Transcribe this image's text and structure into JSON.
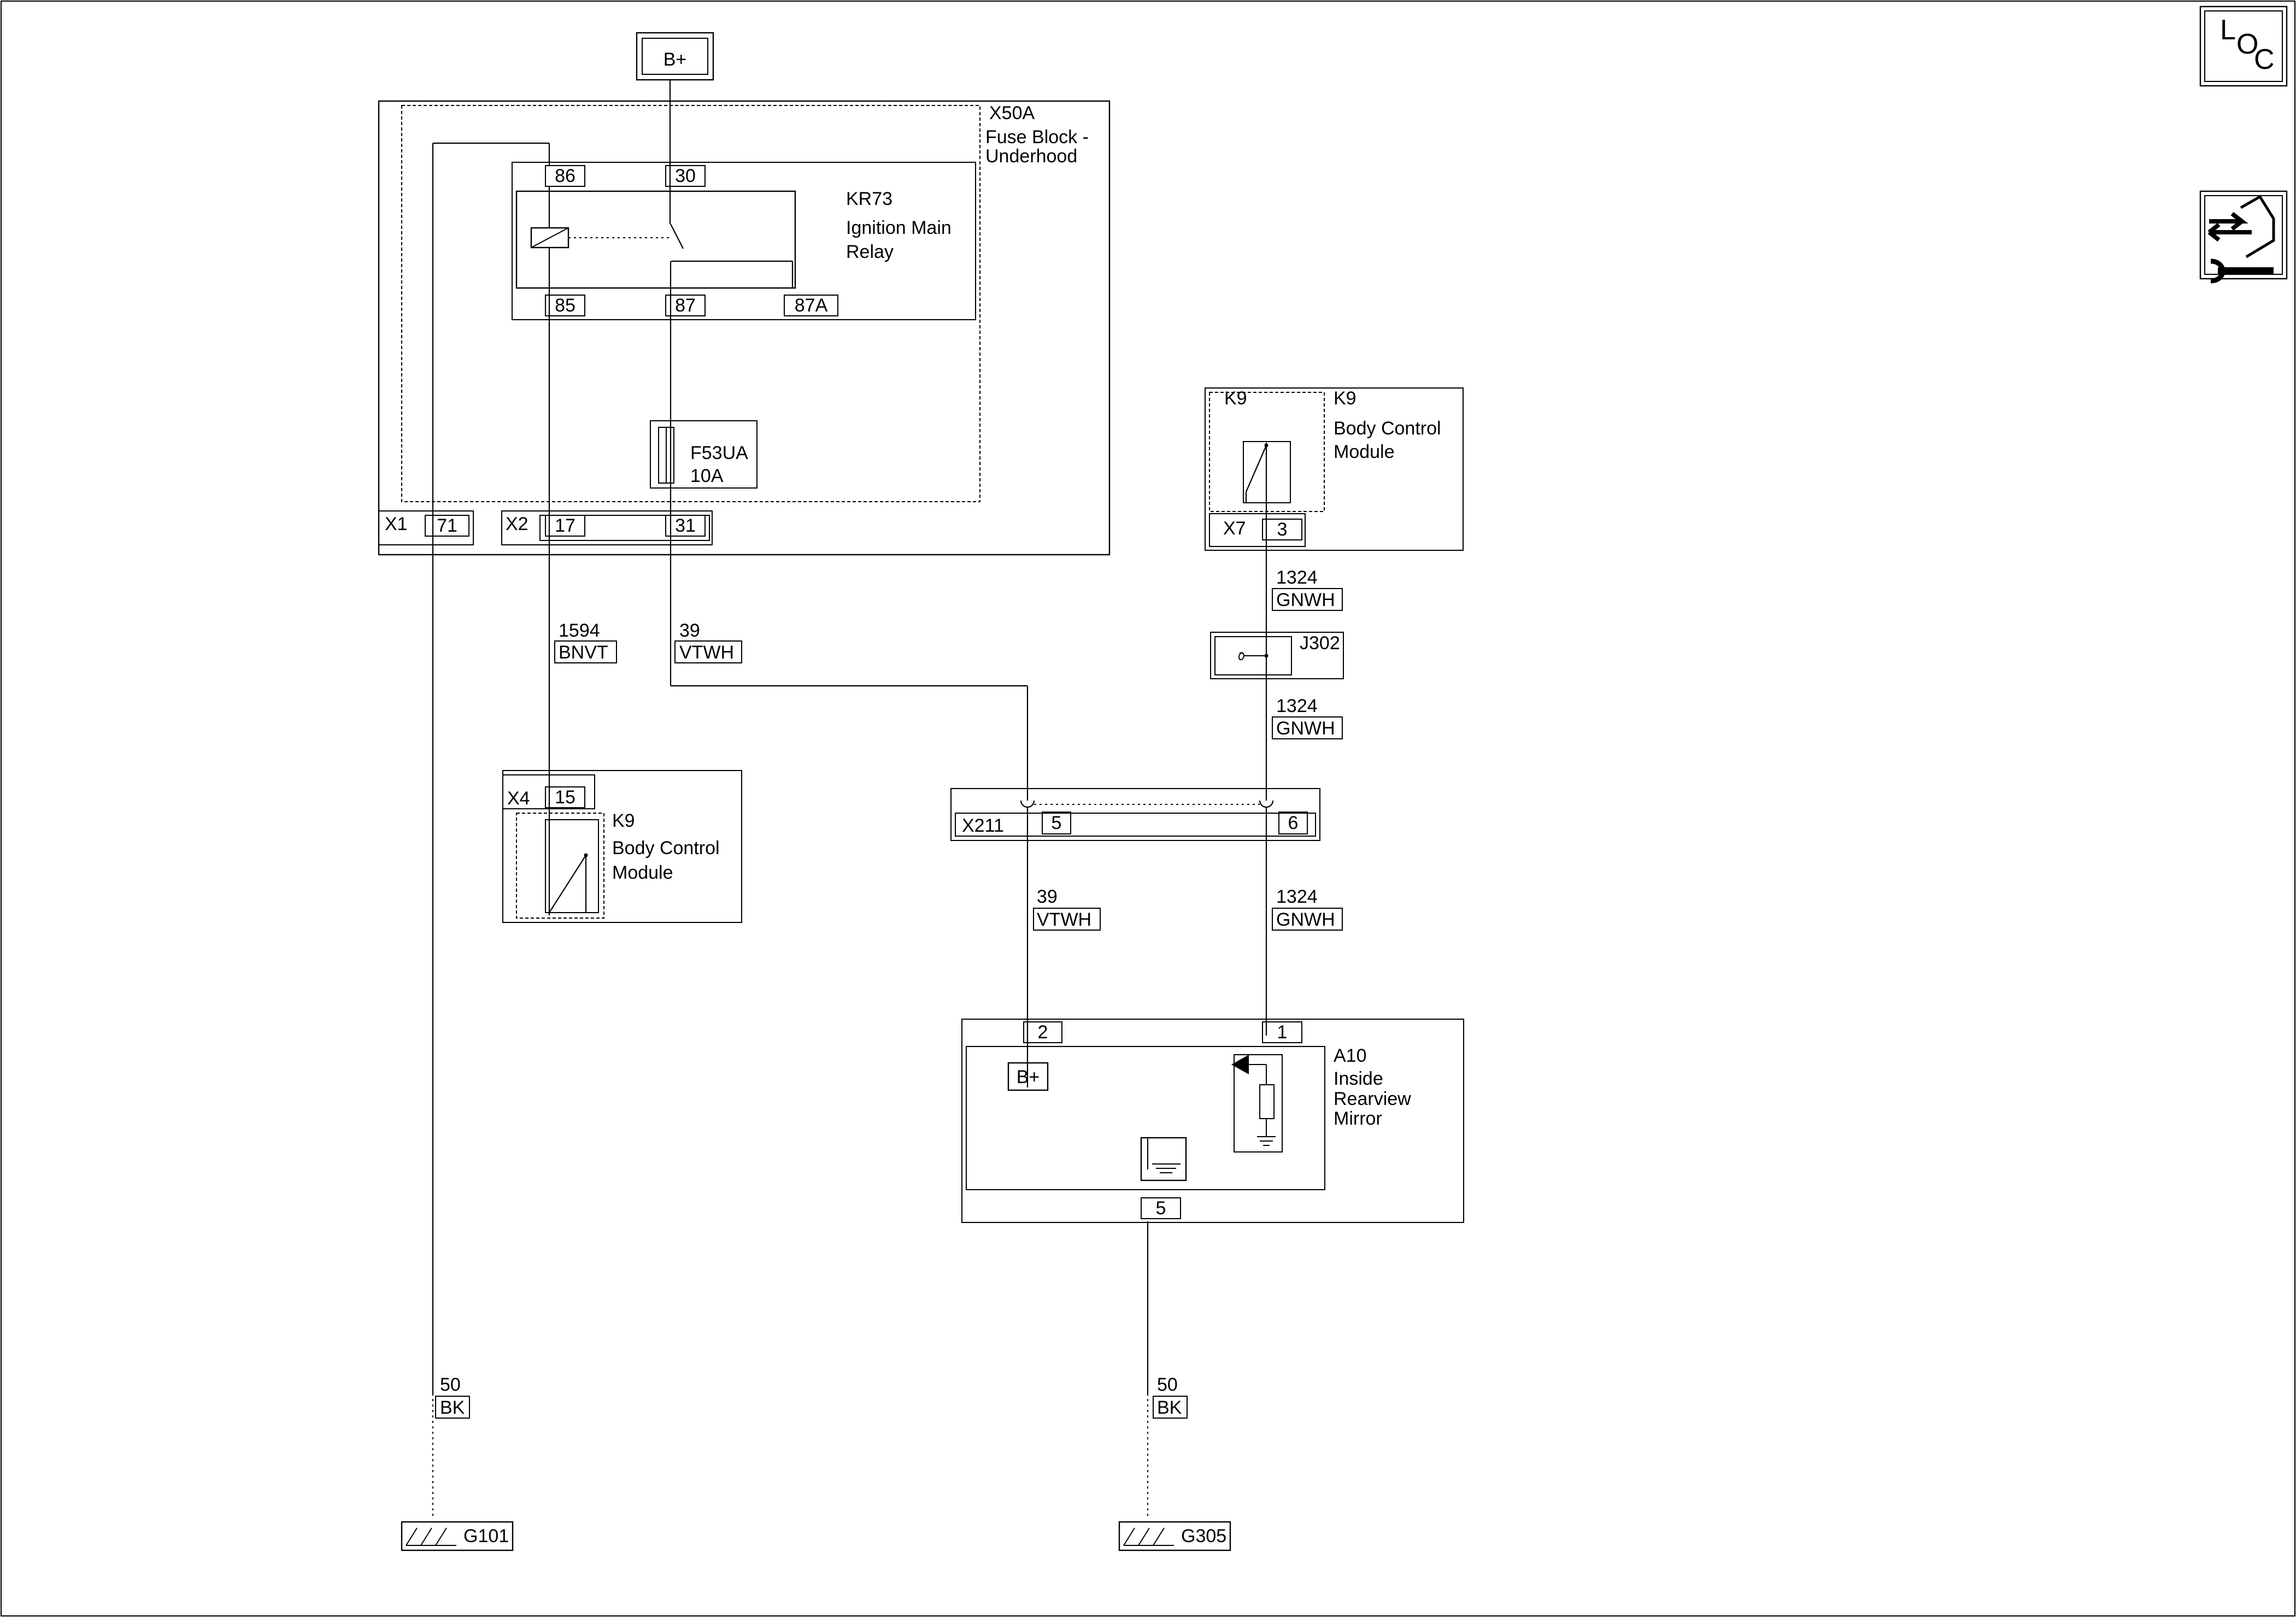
{
  "power_source": {
    "label": "B+"
  },
  "icons": {
    "loc": {
      "l": "L",
      "o": "O",
      "c": "C"
    }
  },
  "fuse_block": {
    "id": "X50A",
    "name_line1": "Fuse Block -",
    "name_line2": "Underhood",
    "relay": {
      "id": "KR73",
      "name_line1": "Ignition Main",
      "name_line2": "Relay",
      "pins": {
        "p86": "86",
        "p30": "30",
        "p85": "85",
        "p87": "87",
        "p87a": "87A"
      }
    },
    "fuse": {
      "id": "F53UA",
      "rating": "10A"
    },
    "connectors": {
      "x1": "X1",
      "x1_pin": "71",
      "x2": "X2",
      "x2_pin_a": "17",
      "x2_pin_b": "31"
    }
  },
  "wires": {
    "w1594": {
      "circuit": "1594",
      "color": "BNVT"
    },
    "w39a": {
      "circuit": "39",
      "color": "VTWH"
    },
    "w39b": {
      "circuit": "39",
      "color": "VTWH"
    },
    "w1324a": {
      "circuit": "1324",
      "color": "GNWH"
    },
    "w1324b": {
      "circuit": "1324",
      "color": "GNWH"
    },
    "w1324c": {
      "circuit": "1324",
      "color": "GNWH"
    },
    "w50a": {
      "circuit": "50",
      "color": "BK"
    },
    "w50b": {
      "circuit": "50",
      "color": "BK"
    }
  },
  "bcm_left": {
    "id": "K9",
    "name_line1": "Body Control",
    "name_line2": "Module",
    "connector": "X4",
    "pin": "15"
  },
  "bcm_right": {
    "id": "K9",
    "name_line1": "Body Control",
    "name_line2": "Module",
    "connector": "X7",
    "pin": "3"
  },
  "splice": {
    "id": "J302"
  },
  "inline_connector": {
    "id": "X211",
    "pin_a": "5",
    "pin_b": "6"
  },
  "mirror": {
    "id": "A10",
    "name_line1": "Inside",
    "name_line2": "Rearview",
    "name_line3": "Mirror",
    "pin_top_a": "2",
    "pin_top_b": "1",
    "pin_bottom": "5",
    "bplus": "B+"
  },
  "grounds": {
    "g101": "G101",
    "g305": "G305"
  }
}
